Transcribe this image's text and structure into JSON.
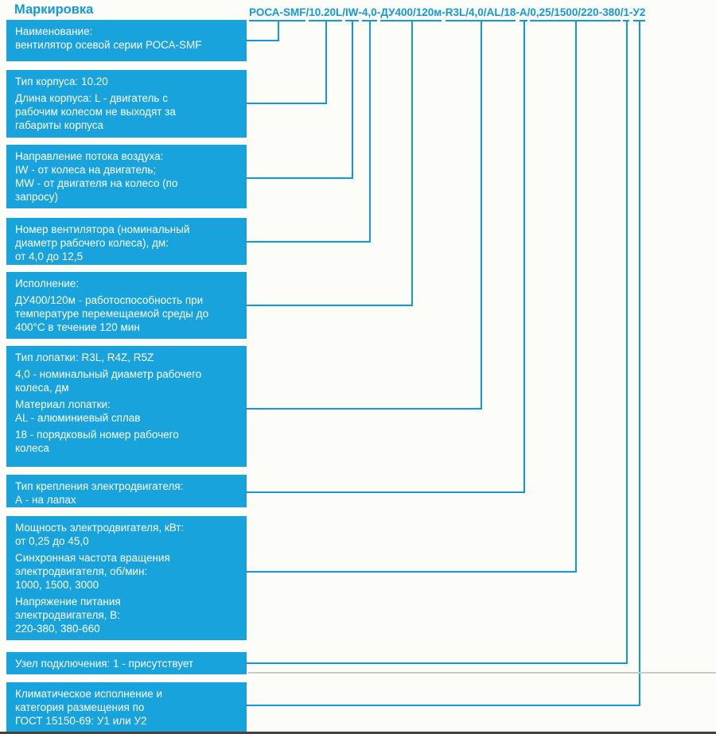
{
  "title": "Маркировка",
  "colors": {
    "accent": "#1499d8",
    "box_fill": "#18a3dd",
    "box_text": "#ffffff",
    "divider": "#cfc9c0",
    "bottom_border": "#49413c"
  },
  "marking_code": {
    "full": "РОСА-SMF/10.20L/IW-4,0-ДУ400/120м-R3L/4,0/AL/18-А/0,25/1500/220-380/1-У2",
    "segments": [
      {
        "text": "РОСА-SMF",
        "sep": "/"
      },
      {
        "text": "10.20L",
        "sep": "/"
      },
      {
        "text": "IW",
        "sep": "-"
      },
      {
        "text": "4,0",
        "sep": "-"
      },
      {
        "text": "ДУ400/120м",
        "sep": "-"
      },
      {
        "text": "R3L/4,0/AL/18",
        "sep": "-"
      },
      {
        "text": "А",
        "sep": "/"
      },
      {
        "text": "0,25/1500/220-380",
        "sep": "/"
      },
      {
        "text": "1",
        "sep": "-"
      },
      {
        "text": "У2",
        "sep": ""
      }
    ]
  },
  "boxes": [
    {
      "paragraphs": [
        [
          "Наименование:",
          "вентилятор осевой серии РОСА-SMF"
        ]
      ]
    },
    {
      "paragraphs": [
        [
          "Тип корпуса: 10.20"
        ],
        [
          "Длина корпуса: L - двигатель с",
          "рабочим колесом не выходят за",
          "габариты корпуса"
        ]
      ]
    },
    {
      "paragraphs": [
        [
          "Направление потока воздуха:",
          "IW - от колеса на двигатель;",
          "MW - от двигателя на колесо (по",
          "запросу)"
        ]
      ]
    },
    {
      "paragraphs": [
        [
          "Номер вентилятора (номинальный",
          "диаметр рабочего колеса), дм:",
          "от 4,0 до 12,5"
        ]
      ]
    },
    {
      "paragraphs": [
        [
          "Исполнение:"
        ],
        [
          "ДУ400/120м - работоспособность при",
          "температуре перемещаемой среды до",
          "400°С в течение 120 мин"
        ]
      ]
    },
    {
      "paragraphs": [
        [
          "Тип лопатки: R3L, R4Z, R5Z"
        ],
        [
          "4,0 - номинальный диаметр рабочего",
          "колеса, дм"
        ],
        [
          "Материал лопатки:",
          "AL - алюминиевый сплав"
        ],
        [
          "18 - порядковый номер рабочего",
          "колеса"
        ]
      ]
    },
    {
      "paragraphs": [
        [
          "Тип крепления электродвигателя:",
          "А - на лапах"
        ]
      ]
    },
    {
      "paragraphs": [
        [
          "Мощность электродвигателя, кВт:",
          "от 0,25 до 45,0"
        ],
        [
          "Синхронная частота вращения",
          "электродвигателя, об/мин:",
          "1000, 1500, 3000"
        ],
        [
          "Напряжение питания",
          "электродвигателя, В:",
          "220-380, 380-660"
        ]
      ]
    },
    {
      "paragraphs": [
        [
          "Узел подключения: 1 - присутствует"
        ]
      ]
    },
    {
      "paragraphs": [
        [
          "Климатическое исполнение и",
          "категория размещения по",
          "ГОСТ 15150-69: У1 или У2"
        ]
      ]
    }
  ]
}
